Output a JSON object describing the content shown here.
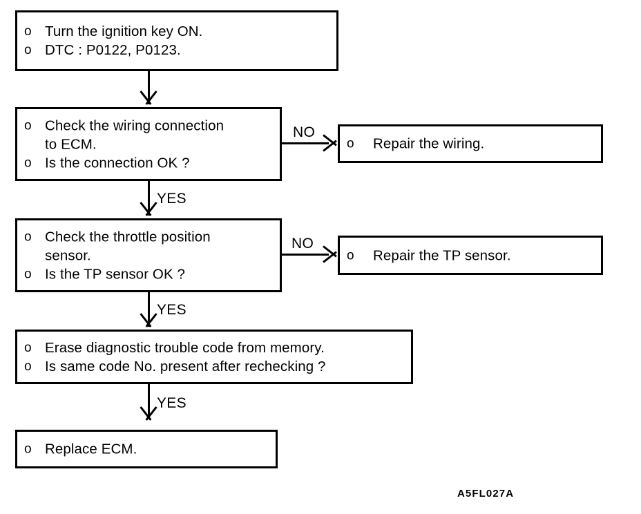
{
  "figure": {
    "code": "A5FL027A",
    "bullet_glyph": "o"
  },
  "nodes": {
    "start": {
      "id": "start",
      "lines": [
        "Turn the ignition key ON.",
        "DTC : P0122, P0123."
      ]
    },
    "check_wiring": {
      "id": "check-wiring",
      "lines": [
        "Check the wiring connection",
        "to ECM.",
        "Is the connection OK ?"
      ]
    },
    "repair_wiring": {
      "id": "repair-wiring",
      "lines": [
        "Repair the wiring."
      ]
    },
    "check_tp_sensor": {
      "id": "check-tp-sensor",
      "lines": [
        "Check the throttle position",
        "sensor.",
        "Is the TP sensor OK ?"
      ]
    },
    "repair_tp_sensor": {
      "id": "repair-tp-sensor",
      "lines": [
        "Repair the TP sensor."
      ]
    },
    "erase_code": {
      "id": "erase-code",
      "lines": [
        "Erase diagnostic trouble code from memory.",
        "Is same code No. present after rechecking ?"
      ]
    },
    "replace_ecm": {
      "id": "replace-ecm",
      "lines": [
        "Replace ECM."
      ]
    }
  },
  "branches": {
    "wiring_no": "NO",
    "wiring_yes": "YES",
    "tp_no": "NO",
    "tp_yes": "YES",
    "erase_yes": "YES"
  }
}
